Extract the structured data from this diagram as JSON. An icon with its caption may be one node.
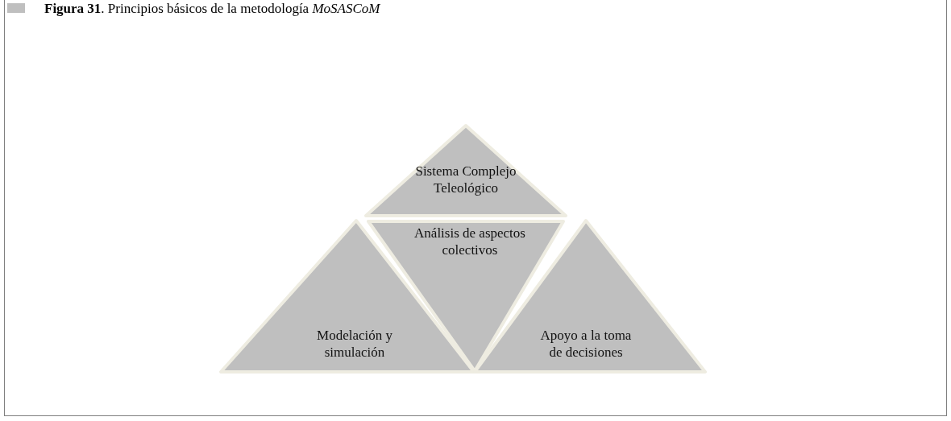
{
  "diagram": {
    "title": "**Figura 31**. Principios básicos de la metodología *MoSASCoM*",
    "nodes": [
      {
        "text": [
          "Sistema Complejo Teleológico"
        ]
      },
      {
        "text": [
          "Análisis de aspectos colectivos"
        ]
      },
      {
        "text": [
          "Modelación y simulación"
        ]
      },
      {
        "text": [
          "Apoyo a la toma de decisiones"
        ]
      }
    ]
  }
}
